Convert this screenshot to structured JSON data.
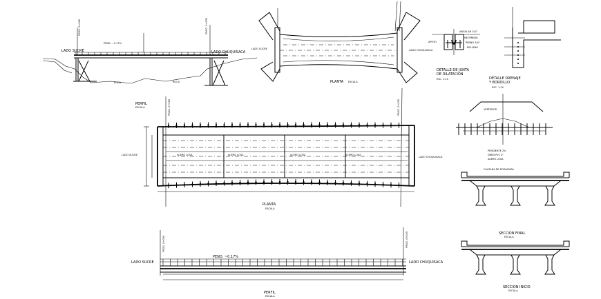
{
  "labels": {
    "lado_sucre": "LADO SUCRE",
    "lado_chuquisaca": "LADO CHUQUISACA",
    "perfil": "PERFIL",
    "planta": "PLANTA",
    "detalle_junta": "DETALLE DE JUNTA",
    "detalle_junta_2": "DE DILATACION",
    "detalle_drenaje": "DETALLE DRENAJE",
    "detalle_drenaje_2": "Y BORDILLO",
    "seccion_final": "SECCION FINAL",
    "seccion_inicio": "SECCION INICIO",
    "escala": "ESCALA",
    "pend": "PEND. ~0.17%"
  }
}
